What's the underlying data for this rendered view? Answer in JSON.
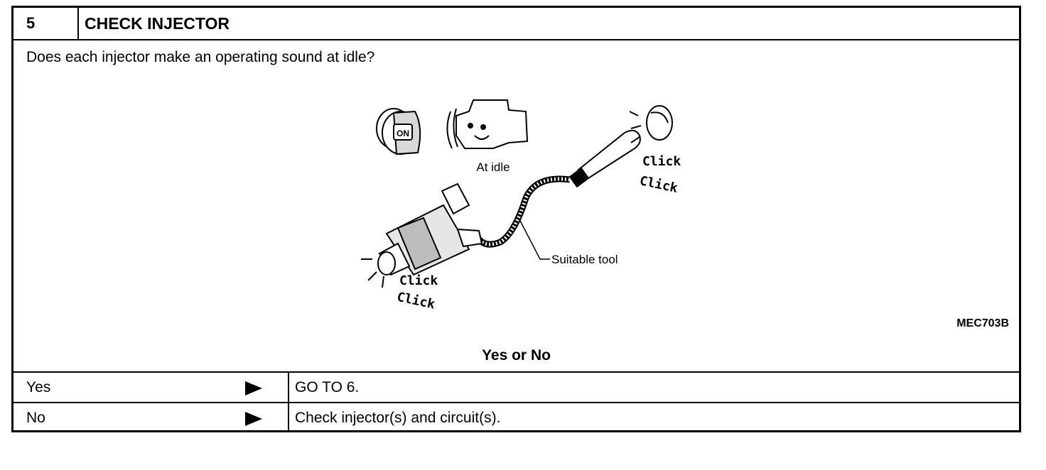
{
  "step": {
    "number": "5",
    "title": "CHECK INJECTOR"
  },
  "question": "Does each injector make an operating sound at idle?",
  "figure": {
    "key_label": "ON",
    "idle_label": "At idle",
    "tool_label": "Suitable tool",
    "click_1": "Click",
    "click_2": "Click",
    "click_3": "Click",
    "click_4": "Click",
    "code": "MEC703B"
  },
  "prompt": "Yes or No",
  "answers": [
    {
      "label": "Yes",
      "action": "GO TO 6."
    },
    {
      "label": "No",
      "action": "Check injector(s) and circuit(s)."
    }
  ],
  "icons": {
    "arrow": "right-triangle-icon",
    "key": "ignition-key-icon",
    "engine": "engine-icon",
    "injector": "fuel-injector-icon",
    "stethoscope": "stethoscope-icon"
  }
}
